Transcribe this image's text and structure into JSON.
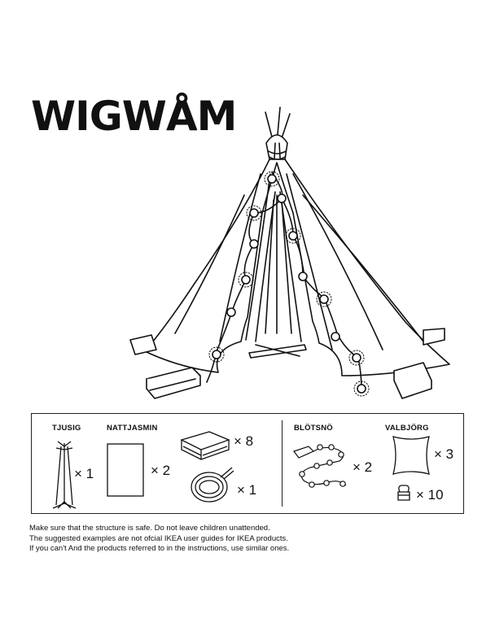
{
  "title": "WIGWÅM",
  "icons": {
    "tent": "teepee-tent-illustration",
    "coat_stand": "coat-stand-icon",
    "sheet": "folded-sheet-icon",
    "book": "book-icon",
    "rope": "rope-coil-icon",
    "lights": "string-lights-icon",
    "cushion": "cushion-icon",
    "clip": "binder-clip-icon"
  },
  "parts": [
    {
      "name": "TJUSIG",
      "qty": "× 1"
    },
    {
      "name": "NATTJASMIN",
      "qty": "× 2"
    },
    {
      "name": "",
      "qty": "× 8"
    },
    {
      "name": "",
      "qty": "× 1"
    },
    {
      "name": "BLÖTSNÖ",
      "qty": "× 2"
    },
    {
      "name": "VALBJÖRG",
      "qty": "× 3"
    },
    {
      "name": "",
      "qty": "× 10"
    }
  ],
  "notes": [
    "Make sure that the structure is safe.  Do not leave children unattended.",
    "The suggested examples are not ofcial IKEA user guides for IKEA products.",
    "If you can't And the products referred to in the instructions, use similar ones."
  ]
}
